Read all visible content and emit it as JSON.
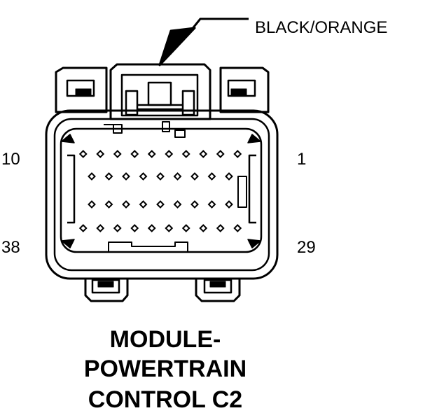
{
  "wire_color_label": "BLACK/ORANGE",
  "pin_labels": {
    "top_left": "10",
    "top_right": "1",
    "bottom_left": "38",
    "bottom_right": "29"
  },
  "title": {
    "line1": "MODULE-",
    "line2": "POWERTRAIN",
    "line3": "CONTROL C2"
  },
  "connector": {
    "pin_rows": [
      10,
      9,
      9,
      10
    ]
  }
}
